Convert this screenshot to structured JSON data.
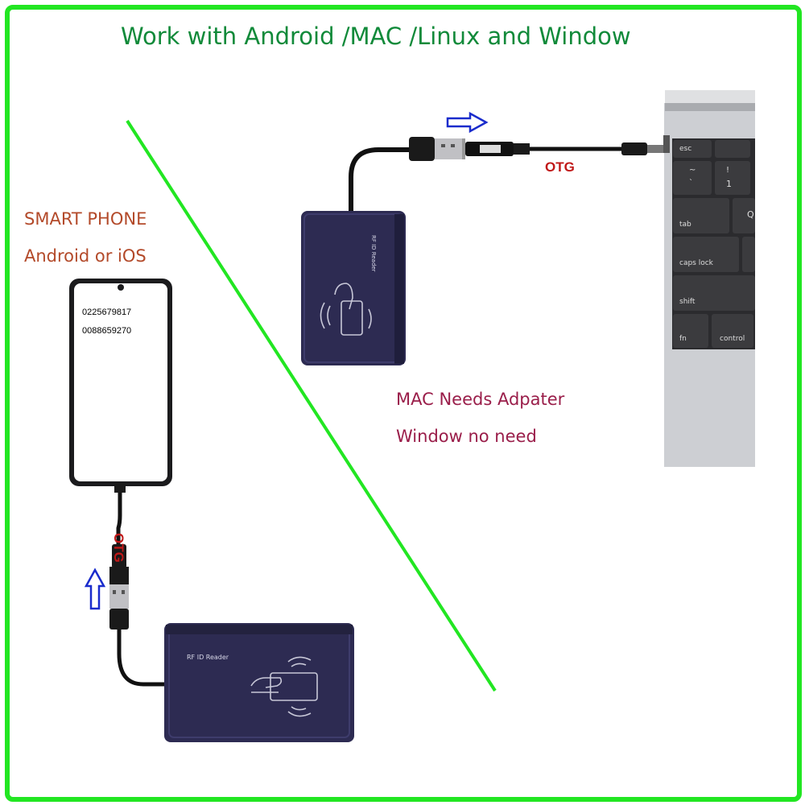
{
  "title": "Work with Android /MAC /Linux and Window",
  "phone": {
    "label_line1": "SMART PHONE",
    "label_line2": "Android or iOS",
    "screen_lines": [
      "0225679817",
      "0088659270"
    ],
    "cable_label": "OTG"
  },
  "laptop": {
    "cable_label": "OTG",
    "note_line1": "MAC Needs Adpater",
    "note_line2": "Window no need",
    "keys": [
      "esc",
      "~",
      "`",
      "!",
      "1",
      "tab",
      "Q",
      "caps lock",
      "shift",
      "fn",
      "control"
    ]
  },
  "reader": {
    "label": "RF ID Reader"
  },
  "colors": {
    "frame": "#22e622",
    "divider": "#22e622",
    "title": "#118a3a",
    "arrow": "#1a2ccc",
    "reader_body": "#2d2b52"
  }
}
